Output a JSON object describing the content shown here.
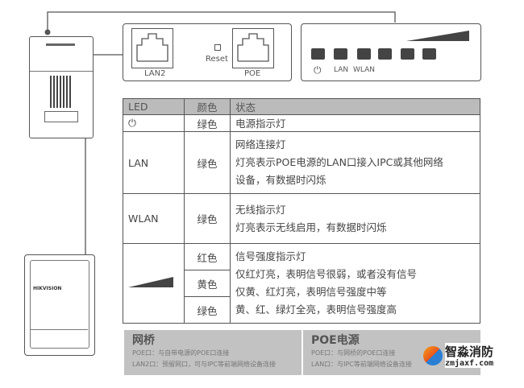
{
  "ports": {
    "lan2": "LAN2",
    "reset": "Reset",
    "poe": "POE"
  },
  "leds": {
    "power_icon": "power-icon",
    "lan": "LAN",
    "wlan": "WLAN"
  },
  "device_brand": "HIKVISION",
  "table": {
    "headers": [
      "LED",
      "颜色",
      "状态"
    ],
    "rows": [
      {
        "led": "power-icon",
        "color": "绿色",
        "desc": [
          "电源指示灯"
        ]
      },
      {
        "led": "LAN",
        "color": "绿色",
        "desc": [
          "网络连接灯",
          "灯亮表示POE电源的LAN口接入IPC或其他网络",
          "设备，有数据时闪烁"
        ]
      },
      {
        "led": "WLAN",
        "color": "绿色",
        "desc": [
          "无线指示灯",
          "灯亮表示无线启用，有数据时闪烁"
        ]
      },
      {
        "led": "signal-strength-icon",
        "colors": [
          "红色",
          "黄色",
          "绿色"
        ],
        "desc": [
          "信号强度指示灯",
          "仅红灯亮，表明信号很弱，或者没有信号",
          "仅黄、红灯亮，表明信号强度中等",
          "黄、红、绿灯全亮，表明信号强度高"
        ]
      }
    ]
  },
  "footer": {
    "bridge": {
      "title": "网桥",
      "lines": [
        "POE口：与自带电源的POE口连接",
        "LAN2口：预留网口，可与IPC等前端网络设备连接"
      ]
    },
    "poe": {
      "title": "POE电源",
      "lines": [
        "POE口：与网桥的POE口连接",
        "LAN口：与IPC等前端网络设备连接"
      ]
    }
  },
  "watermark": {
    "name": "智淼消防",
    "url": "zmjaxf.com"
  }
}
